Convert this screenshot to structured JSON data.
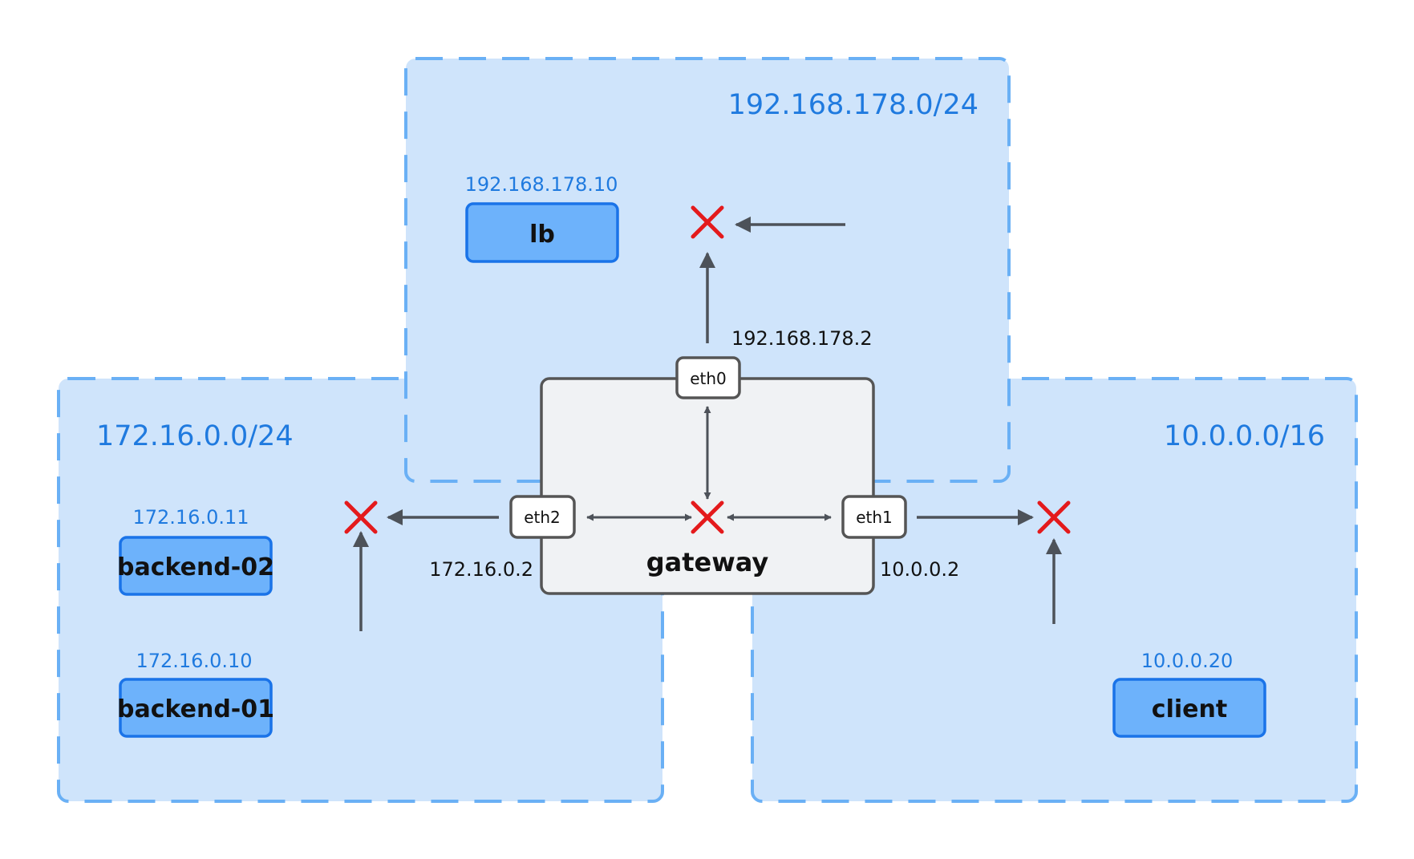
{
  "colors": {
    "zone_fill": "#cfe4fb",
    "zone_stroke": "#6ab0f5",
    "zone_label": "#1f7adf",
    "host_fill": "#6db2fb",
    "host_stroke": "#1a73e8",
    "gateway_fill": "#f0f2f4",
    "gateway_stroke": "#555555",
    "arrow": "#4d5259",
    "blocked": "#e41a1c"
  },
  "zones": {
    "top": {
      "cidr": "192.168.178.0/24"
    },
    "left": {
      "cidr": "172.16.0.0/24"
    },
    "right": {
      "cidr": "10.0.0.0/16"
    }
  },
  "hosts": {
    "lb": {
      "name": "lb",
      "ip": "192.168.178.10"
    },
    "backend02": {
      "name": "backend-02",
      "ip": "172.16.0.11"
    },
    "backend01": {
      "name": "backend-01",
      "ip": "172.16.0.10"
    },
    "client": {
      "name": "client",
      "ip": "10.0.0.20"
    }
  },
  "gateway": {
    "name": "gateway",
    "interfaces": {
      "eth0": {
        "name": "eth0",
        "ip": "192.168.178.2"
      },
      "eth1": {
        "name": "eth1",
        "ip": "10.0.0.2"
      },
      "eth2": {
        "name": "eth2",
        "ip": "172.16.0.2"
      }
    }
  },
  "icons": {
    "blocked": "x-mark-icon",
    "arrow": "arrow-icon"
  }
}
